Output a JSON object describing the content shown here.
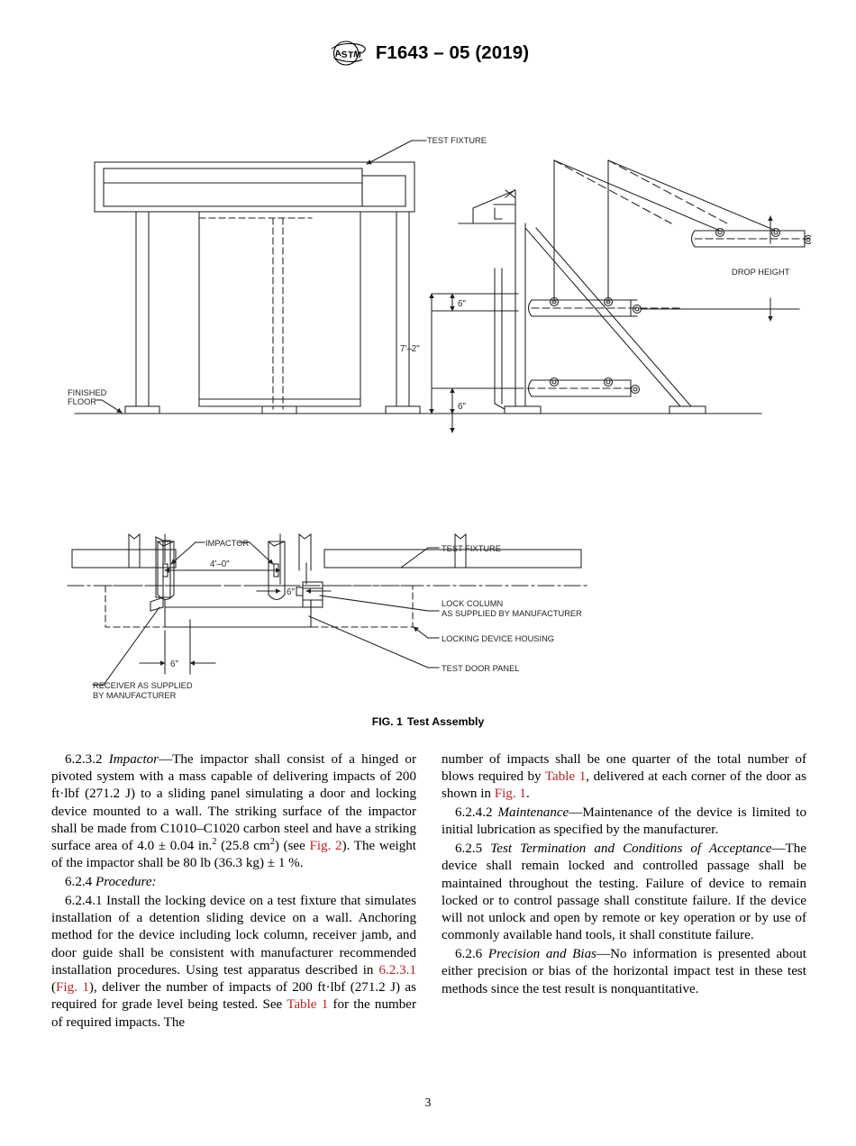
{
  "header": {
    "logo_name": "astm-logo",
    "logo_text": "ASTM",
    "designation": "F1643 – 05 (2019)"
  },
  "figure": {
    "caption_number": "FIG. 1",
    "caption_title": "Test Assembly",
    "labels": {
      "test_fixture": "TEST FIXTURE",
      "finished_floor_line1": "FINISHED",
      "finished_floor_line2": "FLOOR",
      "drop_height": "DROP HEIGHT",
      "impactor": "IMPACTOR",
      "test_fixture_plan": "TEST FIXTURE",
      "lock_column_line1": "LOCK COLUMN",
      "lock_column_line2": "AS SUPPLIED BY MANUFACTURER",
      "locking_device_housing": "LOCKING DEVICE HOUSING",
      "test_door_panel": "TEST DOOR PANEL",
      "receiver_line1": "RECEIVER AS SUPPLIED",
      "receiver_line2": "BY MANUFACTURER"
    },
    "dimensions": {
      "height_overall": "7'–2\"",
      "six_top": "6\"",
      "six_bottom": "6\"",
      "width_plan": "4'–0\"",
      "six_plan_top": "6\"",
      "six_plan_bottom": "6\""
    }
  },
  "body": {
    "left_column": [
      {
        "id": "p-6-2-3-2",
        "indent": true,
        "parts": [
          {
            "t": "6.2.3.2 ",
            "s": "normal"
          },
          {
            "t": "Impactor",
            "s": "italic"
          },
          {
            "t": "—The impactor shall consist of a hinged or pivoted system with a mass capable of delivering impacts of 200 ft·lbf (271.2 J) to a sliding panel simulating a door and locking device mounted to a wall. The striking surface of the impactor shall be made from C1010–C1020 carbon steel and have a striking surface area of 4.0 ± 0.04 in.",
            "s": "normal"
          },
          {
            "t": "2",
            "s": "sup"
          },
          {
            "t": " (25.8 cm",
            "s": "normal"
          },
          {
            "t": "2",
            "s": "sup"
          },
          {
            "t": ") (see ",
            "s": "normal"
          },
          {
            "t": "Fig. 2",
            "s": "xref"
          },
          {
            "t": "). The weight of the impactor shall be 80 lb (36.3 kg) ± 1 %.",
            "s": "normal"
          }
        ]
      },
      {
        "id": "p-6-2-4",
        "indent": true,
        "parts": [
          {
            "t": "6.2.4 ",
            "s": "normal"
          },
          {
            "t": "Procedure:",
            "s": "italic"
          }
        ]
      },
      {
        "id": "p-6-2-4-1",
        "indent": true,
        "parts": [
          {
            "t": "6.2.4.1 Install the locking device on a test fixture that simulates installation of a detention sliding device on a wall. Anchoring method for the device including lock column, receiver jamb, and door guide shall be consistent with manufacturer recommended installation procedures. Using test apparatus described in ",
            "s": "normal"
          },
          {
            "t": "6.2.3.1",
            "s": "xref"
          },
          {
            "t": " (",
            "s": "normal"
          },
          {
            "t": "Fig. 1",
            "s": "xref"
          },
          {
            "t": "), deliver the number of impacts of 200 ft·lbf (271.2 J) as required for grade level being tested. See ",
            "s": "normal"
          },
          {
            "t": "Table 1",
            "s": "xref"
          },
          {
            "t": " for the number of required impacts. The",
            "s": "normal"
          }
        ]
      }
    ],
    "right_column": [
      {
        "id": "p-6-2-4-1-cont",
        "indent": false,
        "parts": [
          {
            "t": "number of impacts shall be one quarter of the total number of blows required by ",
            "s": "normal"
          },
          {
            "t": "Table 1",
            "s": "xref"
          },
          {
            "t": ", delivered at each corner of the door as shown in ",
            "s": "normal"
          },
          {
            "t": "Fig. 1",
            "s": "xref"
          },
          {
            "t": ".",
            "s": "normal"
          }
        ]
      },
      {
        "id": "p-6-2-4-2",
        "indent": true,
        "parts": [
          {
            "t": "6.2.4.2 ",
            "s": "normal"
          },
          {
            "t": "Maintenance",
            "s": "italic"
          },
          {
            "t": "—Maintenance of the device is limited to initial lubrication as specified by the manufacturer.",
            "s": "normal"
          }
        ]
      },
      {
        "id": "p-6-2-5",
        "indent": true,
        "parts": [
          {
            "t": "6.2.5 ",
            "s": "normal"
          },
          {
            "t": "Test Termination and Conditions of Acceptance",
            "s": "italic"
          },
          {
            "t": "—The device shall remain locked and controlled passage shall be maintained throughout the testing. Failure of device to remain locked or to control passage shall constitute failure. If the device will not unlock and open by remote or key operation or by use of commonly available hand tools, it shall constitute failure.",
            "s": "normal"
          }
        ]
      },
      {
        "id": "p-6-2-6",
        "indent": true,
        "parts": [
          {
            "t": "6.2.6 ",
            "s": "normal"
          },
          {
            "t": "Precision and Bias",
            "s": "italic"
          },
          {
            "t": "—No information is presented about either precision or bias of the horizontal impact test in these test methods since the test result is nonquantitative.",
            "s": "normal"
          }
        ]
      }
    ]
  },
  "footer": {
    "page_number": "3"
  },
  "colors": {
    "xref": "#bb2222",
    "line": "#231f20",
    "text": "#000000"
  }
}
